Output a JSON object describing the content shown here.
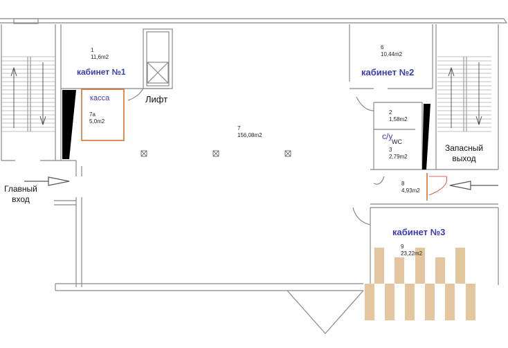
{
  "rooms": [
    {
      "num": "1",
      "area": "11,6m2",
      "name": "кабинет №1"
    },
    {
      "num": "7a",
      "area": "5,0m2",
      "name": "касса"
    },
    {
      "num": "7",
      "area": "156,08m2"
    },
    {
      "num": "6",
      "area": "10,44m2",
      "name": "кабинет №2"
    },
    {
      "num": "2",
      "area": "1,58m2"
    },
    {
      "num": "3",
      "area": "2,79m2",
      "name": "с/у",
      "extra": "WC"
    },
    {
      "num": "8",
      "area": "4,93m2"
    },
    {
      "num": "9",
      "area": "23,22m2",
      "name": "кабинет №3"
    }
  ],
  "labels": {
    "lift": "Лифт",
    "main_entrance_1": "Главный",
    "main_entrance_2": "вход",
    "emergency_exit_1": "Запасный",
    "emergency_exit_2": "выход"
  },
  "colors": {
    "wall": "#8a8a8a",
    "kassa": "#d2691e",
    "label": "#3a3ab8",
    "bars": "#deb887",
    "door_red": "#e03020"
  }
}
